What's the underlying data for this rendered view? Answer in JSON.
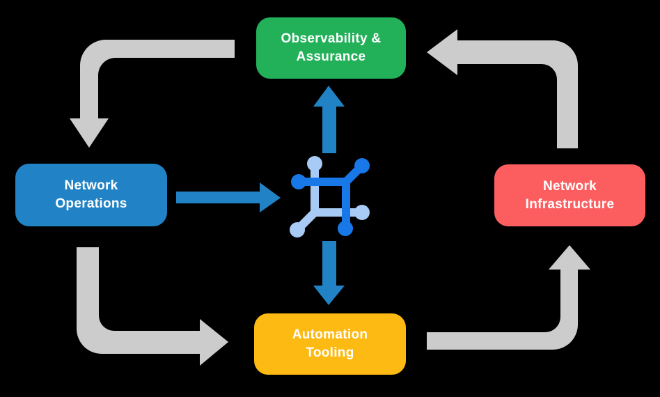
{
  "palette": {
    "background": "#000000",
    "node_green": "#22B159",
    "node_blue": "#2183C5",
    "node_red": "#FC5E60",
    "node_yellow": "#FDBA12",
    "arrow_gray": "#CCCCCC",
    "arrow_blue": "#2183C5",
    "icon_dark_blue": "#1878E8",
    "icon_light_blue": "#A8CBF5",
    "label_text": "#FFFFFF"
  },
  "nodes": {
    "observability": {
      "label": "Observability &\nAssurance",
      "color": "#22B159"
    },
    "operations": {
      "label": "Network\nOperations",
      "color": "#2183C5"
    },
    "infrastructure": {
      "label": "Network\nInfrastructure",
      "color": "#FC5E60"
    },
    "automation": {
      "label": "Automation\nTooling",
      "color": "#FDBA12"
    }
  },
  "center_icon": {
    "name": "network-fabric-icon",
    "dark_color": "#1878E8",
    "light_color": "#A8CBF5"
  },
  "edges": [
    {
      "from": "observability",
      "to": "operations",
      "kind": "gray-elbow-arrow"
    },
    {
      "from": "operations",
      "to": "automation",
      "kind": "gray-elbow-arrow"
    },
    {
      "from": "automation",
      "to": "infrastructure",
      "kind": "gray-elbow-arrow"
    },
    {
      "from": "infrastructure",
      "to": "observability",
      "kind": "gray-elbow-arrow"
    },
    {
      "from": "operations",
      "to": "center-icon",
      "kind": "blue-arrow"
    },
    {
      "from": "center-icon",
      "to": "observability",
      "kind": "blue-arrow"
    },
    {
      "from": "center-icon",
      "to": "automation",
      "kind": "blue-arrow"
    }
  ]
}
